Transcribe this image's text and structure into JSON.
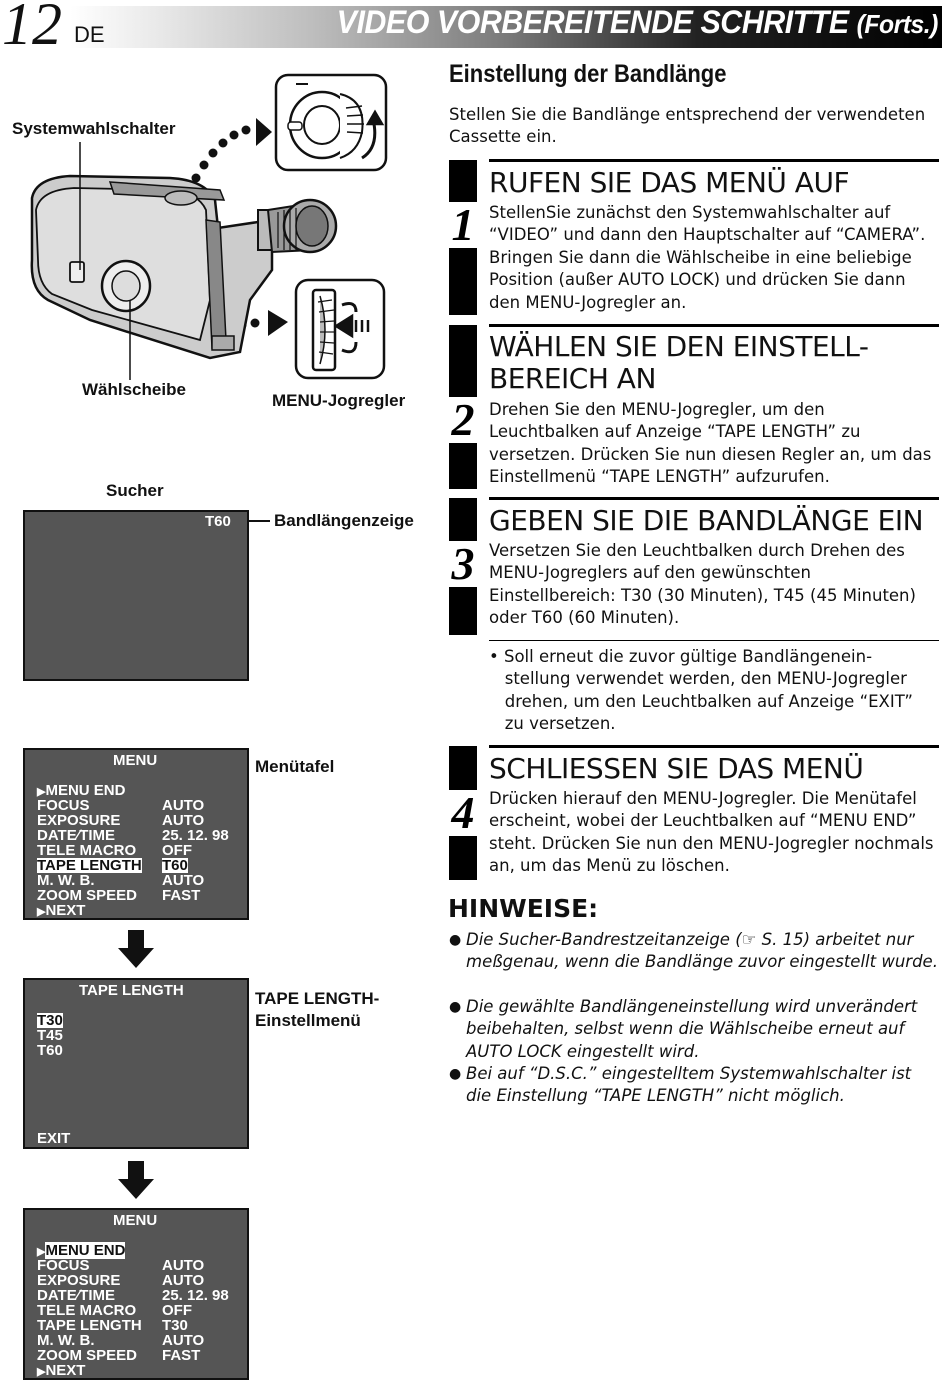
{
  "header": {
    "page_number": "12",
    "language": "DE",
    "title": "VIDEO  VORBEREITENDE SCHRITTE",
    "continued": "(Forts.)"
  },
  "figure": {
    "labels": {
      "system_switch": "Systemwahlschalter",
      "dial": "Wählscheibe",
      "jog": "MENU-Jogregler",
      "viewfinder": "Sucher",
      "tape_indicator": "Bandlängenzeige",
      "menu_panel": "Menütafel",
      "tape_menu": "TAPE LENGTH-\nEinstellmenü"
    },
    "viewfinder_value": "T60",
    "menu1": {
      "title": "MENU",
      "rows": [
        {
          "name": "MENU END",
          "value": "",
          "arrow": true
        },
        {
          "name": "FOCUS",
          "value": "AUTO"
        },
        {
          "name": "EXPOSURE",
          "value": "AUTO"
        },
        {
          "name": "DATE∕TIME",
          "value": "25. 12. 98"
        },
        {
          "name": "TELE  MACRO",
          "value": "OFF"
        },
        {
          "name": "TAPE  LENGTH",
          "value": "T60",
          "highlight": true
        },
        {
          "name": "M. W. B.",
          "value": "AUTO"
        },
        {
          "name": "ZOOM SPEED",
          "value": "FAST"
        },
        {
          "name": "NEXT",
          "value": "",
          "arrow": true
        }
      ]
    },
    "tape_menu": {
      "title": "TAPE  LENGTH",
      "options": [
        "T30",
        "T45",
        "T60"
      ],
      "exit": "EXIT"
    },
    "menu2": {
      "title": "MENU",
      "rows": [
        {
          "name": "MENU  END",
          "value": "",
          "arrow": true,
          "highlight": true
        },
        {
          "name": "FOCUS",
          "value": "AUTO"
        },
        {
          "name": "EXPOSURE",
          "value": "AUTO"
        },
        {
          "name": "DATE∕TIME",
          "value": "25. 12. 98"
        },
        {
          "name": "TELE  MACRO",
          "value": "OFF"
        },
        {
          "name": "TAPE  LENGTH",
          "value": "T30"
        },
        {
          "name": "M. W. B.",
          "value": "AUTO"
        },
        {
          "name": "ZOOM SPEED",
          "value": "FAST"
        },
        {
          "name": "NEXT",
          "value": "",
          "arrow": true
        }
      ]
    }
  },
  "section": {
    "title": "Einstellung der Bandlänge",
    "intro": "Stellen Sie die Bandlänge entsprechend der verwendeten Cassette ein."
  },
  "steps": [
    {
      "num": "1",
      "heading": "RUFEN SIE DAS MENÜ AUF",
      "text": "StellenSie zunächst den Systemwahlschalter auf “VIDEO” und dann den Hauptschalter auf “CAMERA”. Bringen Sie dann die Wählscheibe in eine beliebige Position (außer AUTO LOCK) und drücken Sie dann den MENU-Jogregler an."
    },
    {
      "num": "2",
      "heading": "WÄHLEN SIE DEN EINSTELL-\nBEREICH AN",
      "text": "Drehen Sie den MENU-Jogregler, um den Leuchtbalken auf Anzeige “TAPE LENGTH” zu versetzen. Drücken Sie nun diesen Regler an, um das Einstellmenü “TAPE LENGTH” aufzurufen."
    },
    {
      "num": "3",
      "heading": "GEBEN SIE DIE BANDLÄNGE EIN",
      "text": "Versetzen Sie den Leuchtbalken durch Drehen des MENU-Jogreglers auf den gewünschten Einstellbereich: T30 (30 Minuten), T45 (45 Minuten) oder T60 (60 Minuten).",
      "subnote": "• Soll erneut die zuvor gültige Bandlängenein-\n   stellung verwendet werden, den MENU-Jogregler\n   drehen, um den Leuchtbalken auf Anzeige “EXIT”\n   zu versetzen."
    },
    {
      "num": "4",
      "heading": "SCHLIESSEN SIE DAS MENÜ",
      "text": "Drücken hierauf den MENU-Jogregler. Die Menütafel erscheint, wobei der Leuchtbalken auf “MENU END” steht. Drücken Sie nun den MENU-Jogregler nochmals an, um das Menü zu löschen."
    }
  ],
  "notes": {
    "title": "HINWEISE:",
    "items": [
      "Die Sucher-Bandrestzeitanzeige (☞ S. 15) arbeitet nur meßgenau, wenn die Bandlänge zuvor eingestellt wurde.",
      "Die gewählte Bandlängeneinstellung wird unverändert beibehalten, selbst wenn die Wählscheibe erneut auf AUTO LOCK eingestellt wird.",
      "Bei auf “D.S.C.” eingestelltem Systemwahlschalter ist die Einstellung “TAPE LENGTH” nicht möglich."
    ]
  }
}
